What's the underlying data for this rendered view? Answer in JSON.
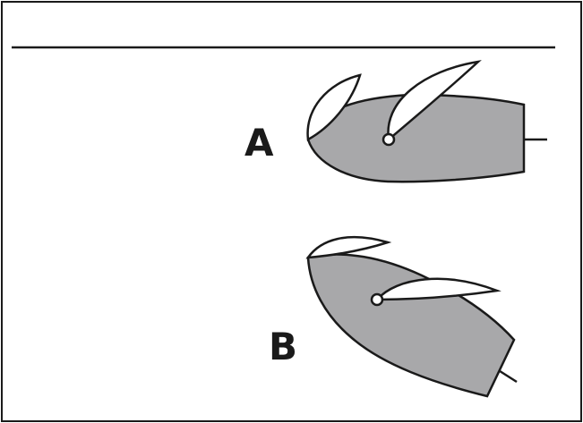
{
  "colors": {
    "hull": "#a8a8aa",
    "outline": "#1a1a1a",
    "sail": "#ffffff",
    "background": "#ffffff"
  },
  "boats": [
    {
      "id": "a",
      "label": "A"
    },
    {
      "id": "b",
      "label": "B"
    }
  ]
}
